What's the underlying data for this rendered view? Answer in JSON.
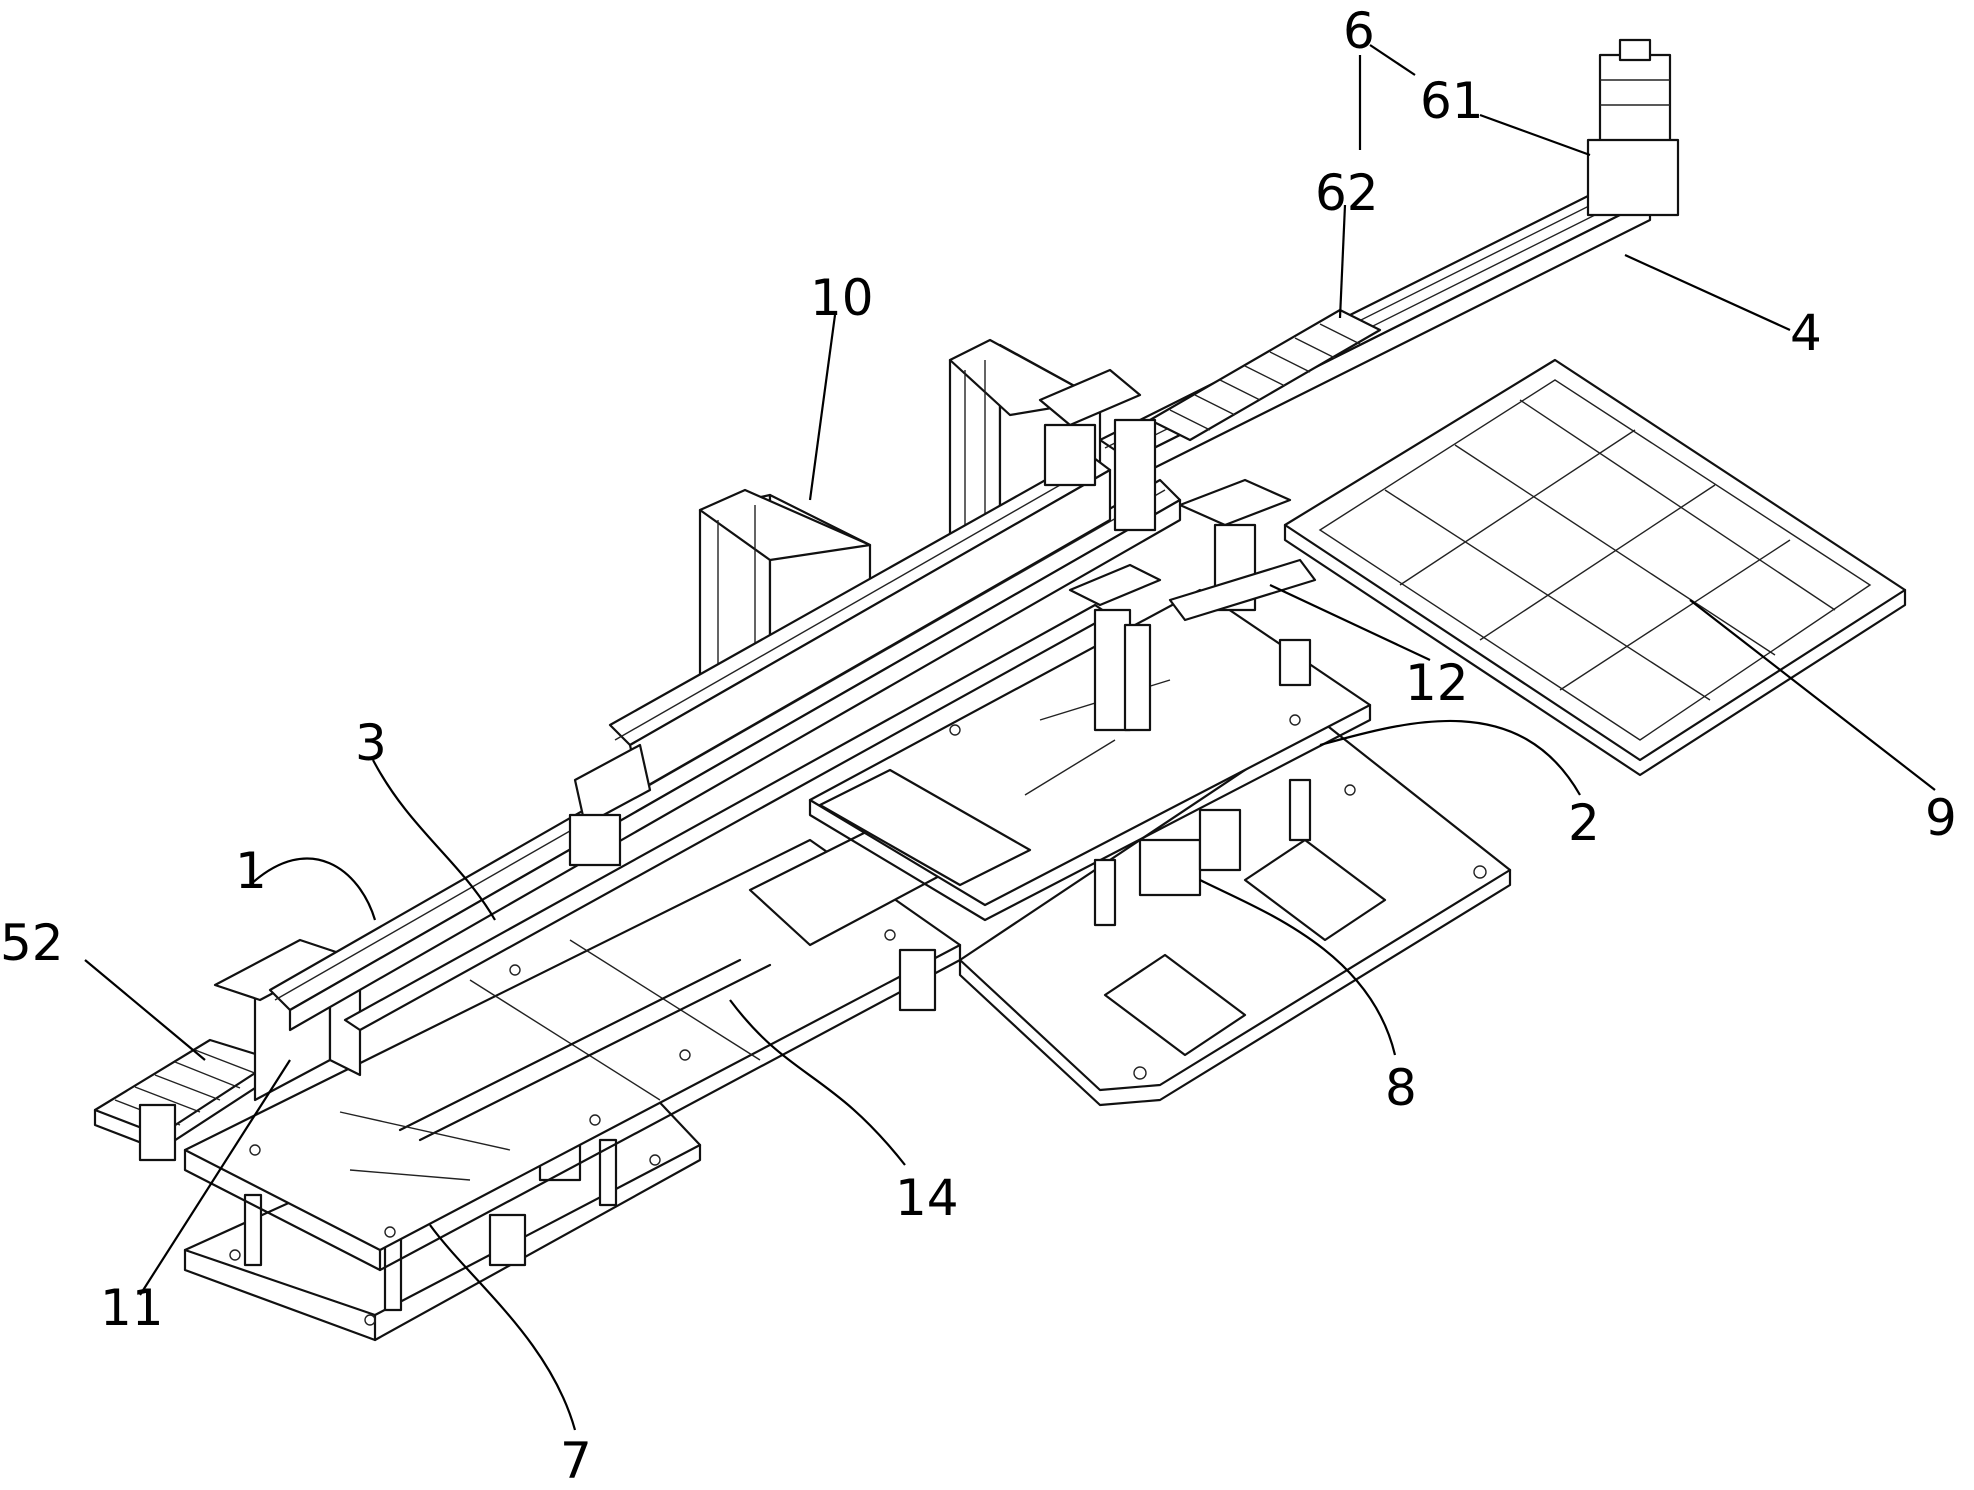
{
  "figure": {
    "labels": {
      "l1": "1",
      "l2": "2",
      "l3": "3",
      "l4": "4",
      "l6": "6",
      "l7": "7",
      "l8": "8",
      "l9": "9",
      "l10": "10",
      "l11": "11",
      "l12": "12",
      "l14": "14",
      "l52": "52",
      "l61": "61",
      "l62": "62"
    }
  }
}
